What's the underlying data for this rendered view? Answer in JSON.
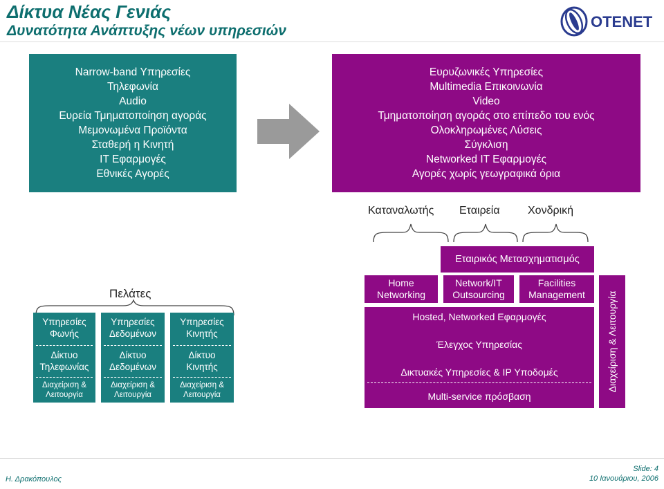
{
  "header": {
    "title": "Δίκτυα Νέας Γενιάς",
    "subtitle": "Δυνατότητα Ανάπτυξης νέων υπηρεσιών",
    "logo_text": "OTENET"
  },
  "colors": {
    "teal": "#1a7f7f",
    "purple": "#8e0a85",
    "title": "#0d6e6e"
  },
  "left_box": {
    "lines": [
      "Narrow-band Υπηρεσίες",
      "Τηλεφωνία",
      "Audio",
      "Ευρεία Τμηματοποίηση αγοράς",
      "Μεμονωμένα Προϊόντα",
      "Σταθερή η Κινητή",
      "IT Εφαρμογές",
      "Εθνικές Αγορές"
    ]
  },
  "right_box": {
    "lines": [
      "Ευρυζωνικές Υπηρεσίες",
      "Multimedia Επικοινωνία",
      "Video",
      "Τμηματοποίηση αγοράς στο επίπεδο του ενός",
      "Ολοκληρωμένες Λύσεις",
      "Σύγκλιση",
      "Networked IT Εφαρμογές",
      "Αγορές χωρίς γεωγραφικά όρια"
    ]
  },
  "segments": [
    "Καταναλωτής",
    "Εταιρεία",
    "Χονδρική"
  ],
  "transformation": "Εταιρικός Μετασχηματισμός",
  "customers_label": "Πελάτες",
  "columns": [
    {
      "service": [
        "Υπηρεσίες",
        "Φωνής"
      ],
      "network": [
        "Δίκτυο",
        "Τηλεφωνίας"
      ],
      "ops": [
        "Διαχείριση &",
        "Λειτουργία"
      ]
    },
    {
      "service": [
        "Υπηρεσίες",
        "Δεδομένων"
      ],
      "network": [
        "Δίκτυο",
        "Δεδομένων"
      ],
      "ops": [
        "Διαχείριση &",
        "Λειτουργία"
      ]
    },
    {
      "service": [
        "Υπηρεσίες",
        "Κινητής"
      ],
      "network": [
        "Δίκτυο",
        "Κινητής"
      ],
      "ops": [
        "Διαχείριση &",
        "Λειτουργία"
      ]
    }
  ],
  "ngn": {
    "top": [
      [
        "Home",
        "Networking"
      ],
      [
        "Network/IT",
        "Outsourcing"
      ],
      [
        "Facilities",
        "Management"
      ]
    ],
    "layers": [
      "Hosted, Networked Εφαρμογές",
      "Έλεγχος Υπηρεσίας",
      "Δικτυακές Υπηρεσίες & IP Υποδομές",
      "Multi-service πρόσβαση"
    ],
    "side": "Διαχείριση & Λειτουργία"
  },
  "footer": {
    "author": "Η. Δρακόπουλος",
    "slide": "Slide:  4",
    "date": "10 Ιανουάριου, 2006"
  }
}
